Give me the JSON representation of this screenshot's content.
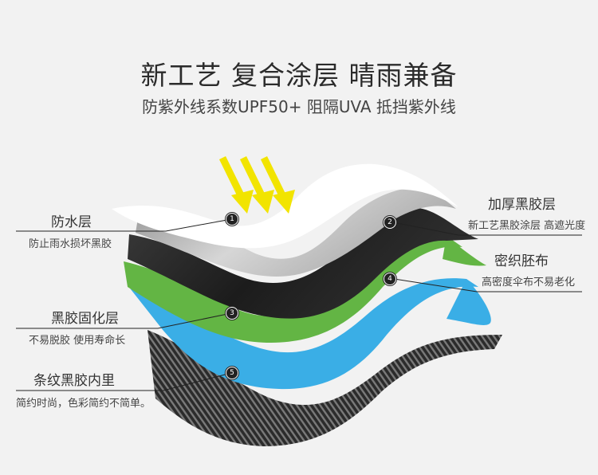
{
  "header": {
    "title": "新工艺 复合涂层 晴雨兼备",
    "subtitle": "防紫外线系数UPF50+ 阻隔UVA 抵挡紫外线"
  },
  "layers": [
    {
      "num": "1",
      "name": "防水层",
      "desc": "防止雨水损坏黑胶"
    },
    {
      "num": "2",
      "name": "加厚黑胶层",
      "desc": "新工艺黑胶涂层 高遮光度"
    },
    {
      "num": "3",
      "name": "黑胶固化层",
      "desc": "不易脱胶 使用寿命长"
    },
    {
      "num": "4",
      "name": "密织胚布",
      "desc": "高密度伞布不易老化"
    },
    {
      "num": "5",
      "name": "条纹黑胶内里",
      "desc": "简约时尚，色彩简约不简单。"
    }
  ],
  "colors": {
    "arrow": "#f2e400",
    "white_layer": "#ffffff",
    "gray_layer": "#bdbdbd",
    "black_layer": "#262626",
    "green_layer": "#63b544",
    "blue_layer": "#3aaee6",
    "stripe_layer": "#2e2e2e"
  }
}
